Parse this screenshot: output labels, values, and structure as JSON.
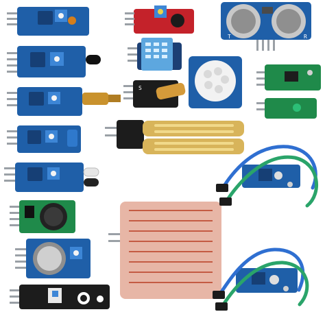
{
  "image": {
    "description_labels": {
      "radar_r": "R",
      "radar_t": "T",
      "relay_s": "S"
    },
    "colors": {
      "background": "#ffffff",
      "pcb_blue": "#1f5fa8",
      "pcb_blue_dark": "#163f75",
      "pcb_black": "#1c1c1c",
      "pcb_green": "#1f8a4a",
      "pcb_red": "#c4222a",
      "pin_gray": "#9aa0a6",
      "copper": "#d8b45a",
      "copper_light": "#f1d98a",
      "sensor_pink": "#e7b6a6",
      "wire_blue": "#2f6fd1",
      "wire_green": "#2aa46a",
      "metal": "#b7b7b7"
    }
  }
}
